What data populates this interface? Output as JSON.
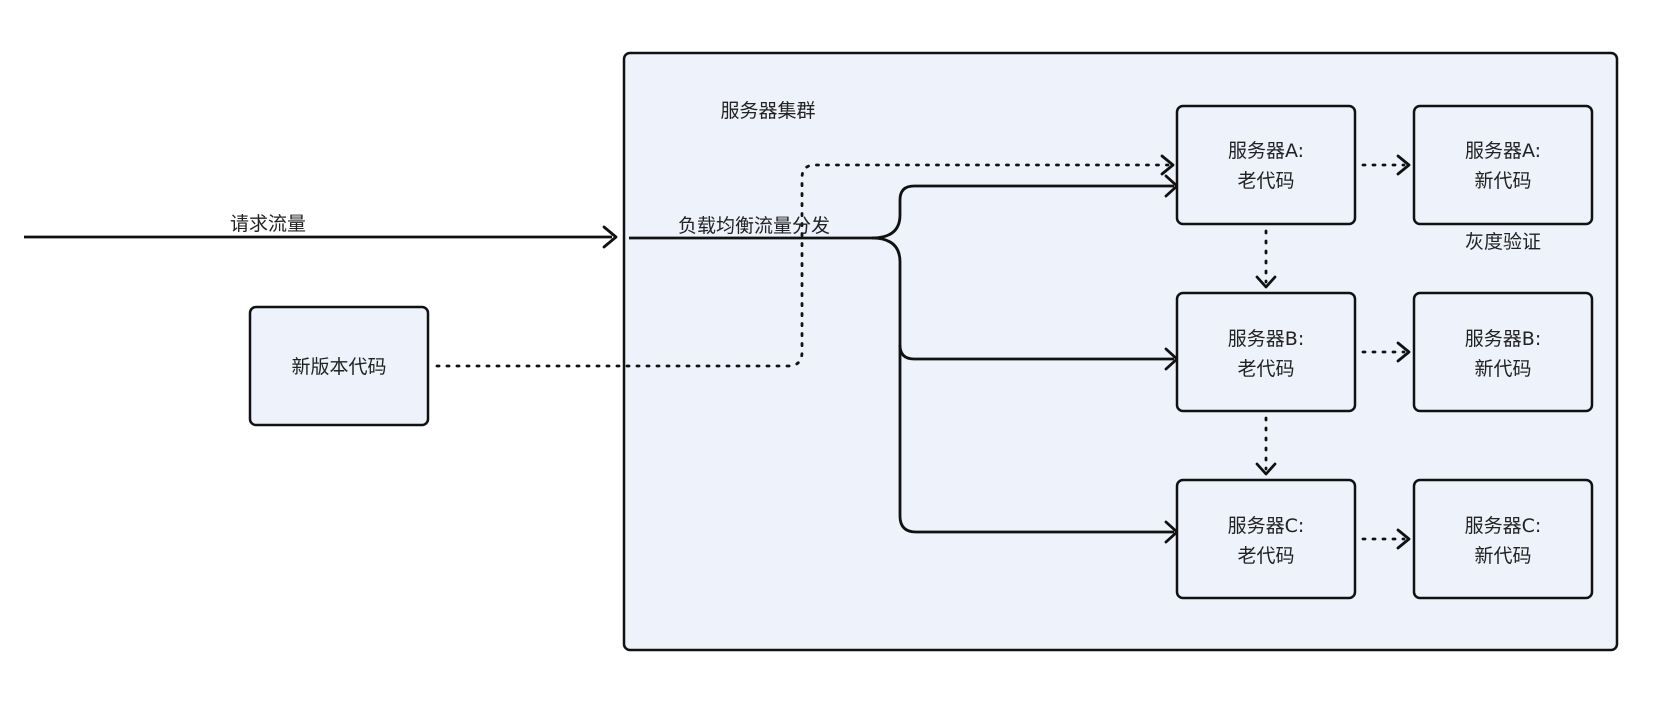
{
  "diagram": {
    "cluster_label": "服务器集群",
    "request_label": "请求流量",
    "lb_label": "负载均衡流量分发",
    "new_code_box": "新版本代码",
    "gray_label": "灰度验证",
    "servers": [
      {
        "old_line1": "服务器A:",
        "old_line2": "老代码",
        "new_line1": "服务器A:",
        "new_line2": "新代码"
      },
      {
        "old_line1": "服务器B:",
        "old_line2": "老代码",
        "new_line1": "服务器B:",
        "new_line2": "新代码"
      },
      {
        "old_line1": "服务器C:",
        "old_line2": "老代码",
        "new_line1": "服务器C:",
        "new_line2": "新代码"
      }
    ]
  }
}
